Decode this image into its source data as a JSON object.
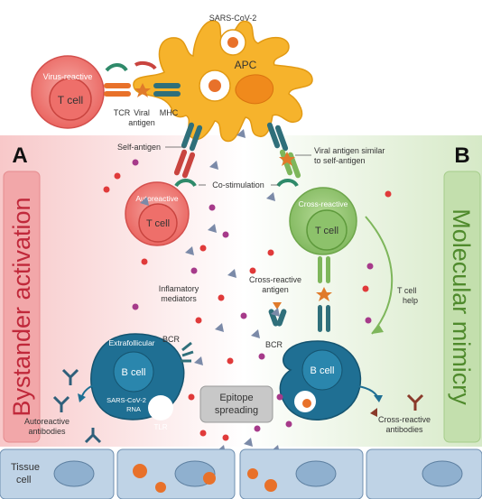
{
  "panels": {
    "a_letter": "A",
    "b_letter": "B",
    "a_title": "Bystander activation",
    "b_title": "Molecular mimicry"
  },
  "apc": {
    "virus_label": "SARS-CoV-2",
    "label": "APC"
  },
  "virus_reactive_cell": {
    "title": "Virus-reactive",
    "nucleus": "T cell",
    "tcr": "TCR",
    "viral_antigen_line1": "Viral",
    "viral_antigen_line2": "antigen",
    "mhc": "MHC"
  },
  "annotations": {
    "self_antigen": "Self-antigen",
    "viral_similar_line1": "Viral antigen similar",
    "viral_similar_line2": "to self-antigen",
    "co_stimulation": "Co-stimulation",
    "inflammatory_line1": "Inflamatory",
    "inflammatory_line2": "mediators",
    "cross_antigen_line1": "Cross-reactive",
    "cross_antigen_line2": "antigen",
    "t_help_line1": "T cell",
    "t_help_line2": "help",
    "bcr_left": "BCR",
    "bcr_right": "BCR",
    "epitope_line1": "Epitope",
    "epitope_line2": "spreading",
    "auto_antibodies_line1": "Autoreactive",
    "auto_antibodies_line2": "antibodies",
    "cross_antibodies_line1": "Cross-reactive",
    "cross_antibodies_line2": "antibodies",
    "tissue_line1": "Tissue",
    "tissue_line2": "cell"
  },
  "autoreactive_cell": {
    "title": "Autoreactive",
    "nucleus": "T cell"
  },
  "cross_reactive_cell": {
    "title": "Cross-reactive",
    "nucleus": "T cell"
  },
  "b_cell_left": {
    "title": "Extrafollicular",
    "nucleus": "B cell",
    "rna_line1": "SARS-CoV-2",
    "rna_line2": "RNA",
    "tlr": "TLR"
  },
  "b_cell_right": {
    "nucleus": "B cell"
  },
  "colors": {
    "apc": "#f6b32c",
    "t_cell_red": "#ee6f6a",
    "t_cell_green": "#8dc26b",
    "b_cell": "#1f6f93",
    "tissue": "#bfd3e6",
    "panel_a_bg": "#f7c5c6",
    "panel_b_bg": "#d4e8c4"
  }
}
